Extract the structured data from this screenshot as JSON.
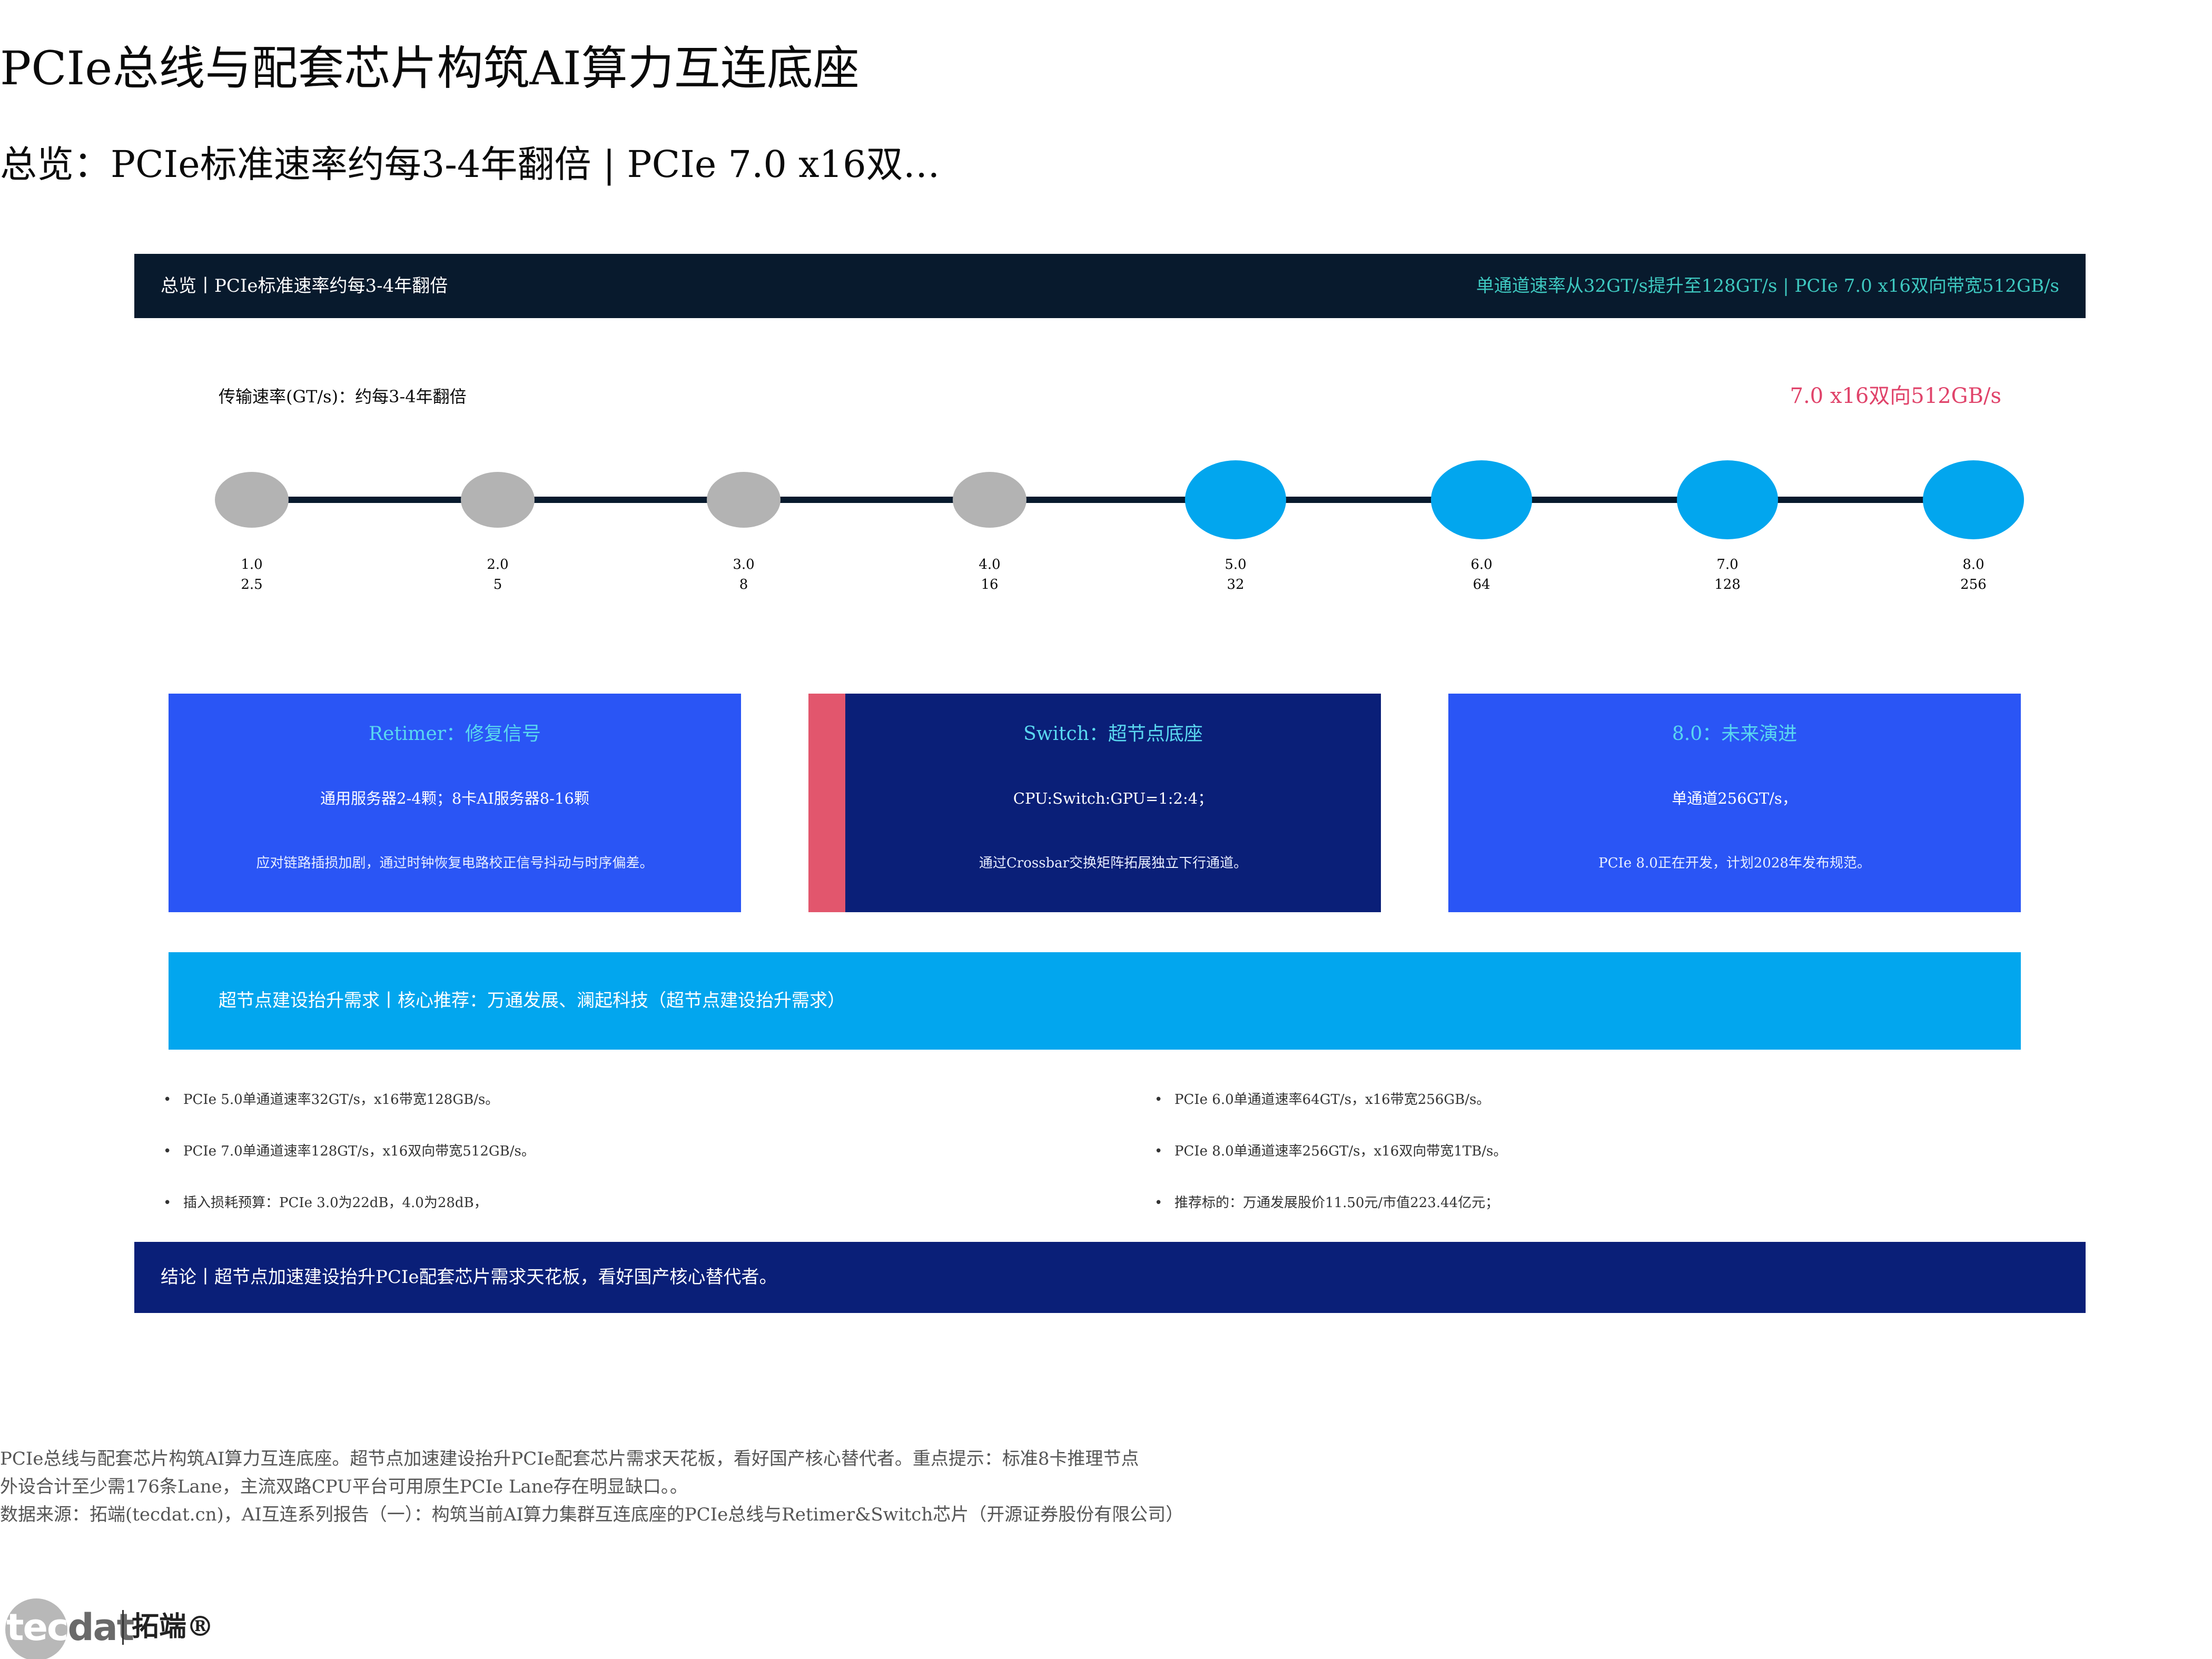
{
  "title": "PCIe总线与配套芯片构筑AI算力互连底座",
  "subtitle": "总览：PCIe标准速率约每3-4年翻倍 | PCIe 7.0 x16双…",
  "top_bar": {
    "left": "总览丨PCIe标准速率约每3-4年翻倍",
    "right": "单通道速率从32GT/s提升至128GT/s | PCIe 7.0 x16双向带宽512GB/s"
  },
  "timeline": {
    "title": "传输速率(GT/s)：约每3-4年翻倍",
    "note": "7.0 x16双向512GB/s",
    "colors": {
      "past": "#b3b3b3",
      "recent": "#02a6ee",
      "line": "#081a2d"
    },
    "items": [
      {
        "version": "1.0",
        "rate": "2.5",
        "recent": false
      },
      {
        "version": "2.0",
        "rate": "5",
        "recent": false
      },
      {
        "version": "3.0",
        "rate": "8",
        "recent": false
      },
      {
        "version": "4.0",
        "rate": "16",
        "recent": false
      },
      {
        "version": "5.0",
        "rate": "32",
        "recent": true
      },
      {
        "version": "6.0",
        "rate": "64",
        "recent": true
      },
      {
        "version": "7.0",
        "rate": "128",
        "recent": true
      },
      {
        "version": "8.0",
        "rate": "256",
        "recent": true
      }
    ]
  },
  "cards": [
    {
      "title": "Retimer：修复信号",
      "head": "通用服务器2-4颗；8卡AI服务器8-16颗",
      "desc": "应对链路插损加剧，通过时钟恢复电路校正信号抖动与时序偏差。"
    },
    {
      "title": "Switch：超节点底座",
      "head": "CPU:Switch:GPU=1:2:4；",
      "desc": "通过Crossbar交换矩阵拓展独立下行通道。"
    },
    {
      "title": "8.0：未来演进",
      "head": "单通道256GT/s，",
      "desc": "PCIe 8.0正在开发，计划2028年发布规范。"
    }
  ],
  "highlight_bar": "超节点建设抬升需求丨核心推荐：万通发展、澜起科技（超节点建设抬升需求）",
  "bullets_left": [
    "PCIe 5.0单通道速率32GT/s，x16带宽128GB/s。",
    "PCIe 7.0单通道速率128GT/s，x16双向带宽512GB/s。",
    "插入损耗预算：PCIe 3.0为22dB，4.0为28dB，"
  ],
  "bullets_right": [
    "PCIe 6.0单通道速率64GT/s，x16带宽256GB/s。",
    "PCIe 8.0单通道速率256GT/s，x16双向带宽1TB/s。",
    "推荐标的：万通发展股价11.50元/市值223.44亿元；"
  ],
  "conclusion": "结论丨超节点加速建设抬升PCIe配套芯片需求天花板，看好国产核心替代者。",
  "footer": {
    "line1": "PCIe总线与配套芯片构筑AI算力互连底座。超节点加速建设抬升PCIe配套芯片需求天花板，看好国产核心替代者。重点提示：标准8卡推理节点",
    "line2": "外设合计至少需176条Lane，主流双路CPU平台可用原生PCIe Lane存在明显缺口。。",
    "source": "数据来源：拓端(tecdat.cn)，AI互连系列报告（一）：构筑当前AI算力集群互连底座的PCIe总线与Retimer&Switch芯片（开源证券股份有限公司）"
  },
  "logo": {
    "brand_tec": "tec",
    "brand_dat": "dat",
    "cn": "拓端®"
  }
}
